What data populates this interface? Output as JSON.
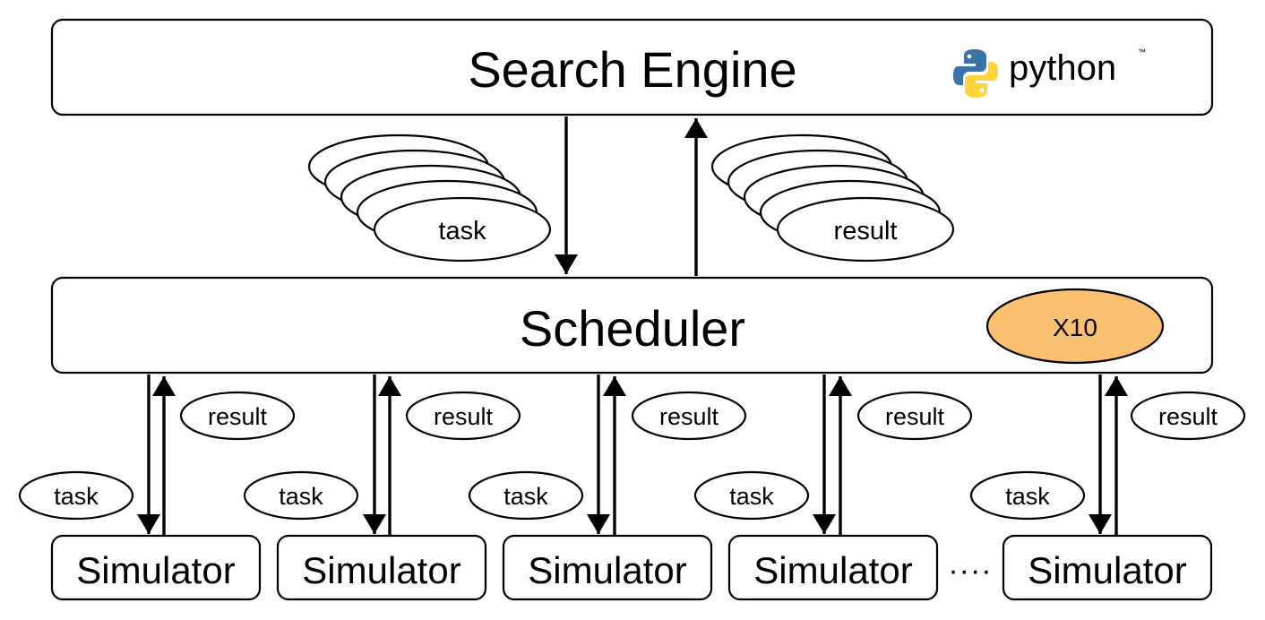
{
  "search_engine": {
    "label": "Search Engine",
    "logo_text": "python",
    "logo_tm": "™"
  },
  "scheduler": {
    "label": "Scheduler",
    "badge": "X10"
  },
  "queues": {
    "task_label": "task",
    "result_label": "result"
  },
  "workers": [
    {
      "label": "Simulator",
      "task": "task",
      "result": "result"
    },
    {
      "label": "Simulator",
      "task": "task",
      "result": "result"
    },
    {
      "label": "Simulator",
      "task": "task",
      "result": "result"
    },
    {
      "label": "Simulator",
      "task": "task",
      "result": "result"
    },
    {
      "label": "Simulator",
      "task": "task",
      "result": "result"
    }
  ],
  "ellipsis": "····",
  "colors": {
    "badge_fill": "#F8C06F",
    "python_blue": "#3A73A8",
    "python_yellow": "#FFD43B",
    "python_text": "#646464"
  }
}
